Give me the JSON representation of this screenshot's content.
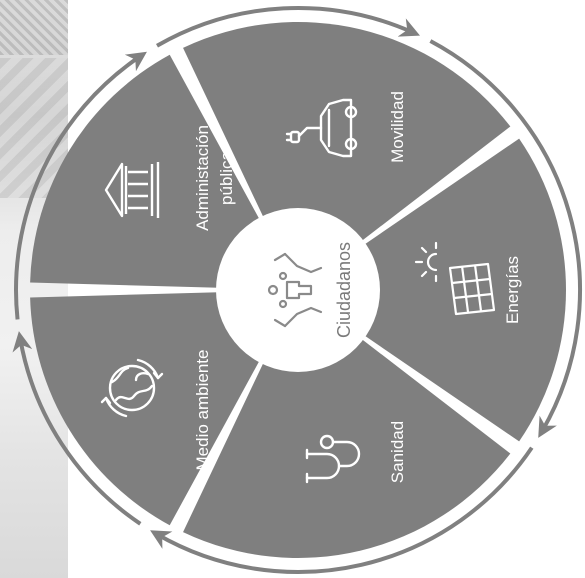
{
  "center": {
    "label": "Ciudadanos",
    "icon": "hands-people-icon"
  },
  "segments": [
    {
      "id": "movilidad",
      "label": "Movilidad",
      "icon": "electric-car-icon"
    },
    {
      "id": "energias",
      "label": "Energías",
      "icon": "solar-panel-icon"
    },
    {
      "id": "sanidad",
      "label": "Sanidad",
      "icon": "stethoscope-icon"
    },
    {
      "id": "medio-ambiente",
      "label": "Medio ambiente",
      "icon": "globe-recycle-icon"
    },
    {
      "id": "administracion",
      "label_lines": [
        "Administación",
        "pública"
      ],
      "icon": "government-building-icon"
    }
  ],
  "colors": {
    "segment": "#7f7f7f",
    "ring_arrow": "#808080",
    "center_fill": "#ffffff",
    "icon_on_segment": "#ffffff",
    "icon_center": "#8a8a8a"
  }
}
